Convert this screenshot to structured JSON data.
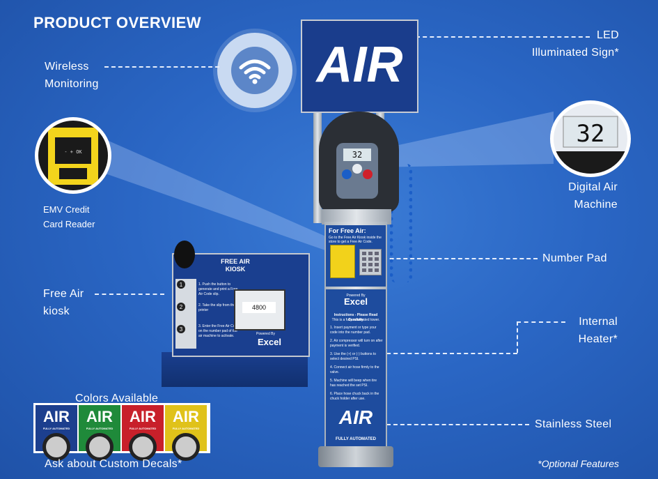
{
  "title": "PRODUCT OVERVIEW",
  "features": {
    "wireless": [
      "Wireless",
      "Monitoring"
    ],
    "emv": [
      "EMV Credit",
      "Card Reader"
    ],
    "kiosk": [
      "Free Air",
      "kiosk"
    ],
    "led": [
      "LED",
      "Illuminated Sign*"
    ],
    "digital": [
      "Digital Air",
      "Machine"
    ],
    "numpad": "Number Pad",
    "heater": [
      "Internal",
      "Heater*"
    ],
    "steel": "Stainless Steel"
  },
  "sign_text": "AIR",
  "machine_display": "32",
  "inset_display": "32",
  "tower": {
    "panel_heading": "For Free Air:",
    "panel_subtext": "Go to the Free Air Kiosk inside the store to get a Free Air Code.",
    "powered_by": "Powered By",
    "brand": "Excel",
    "instructions_title": "Instructions - Please Read Carefully",
    "instructions_sub": "This is a fully automated tower.",
    "steps": [
      "1. Insert payment or type your code into the number pad.",
      "2. Air compressor will turn on after payment is verified.",
      "3. Use the (+) or (-) buttons to select desired PSI.",
      "4. Connect air hose firmly to the valve.",
      "5. Machine will beep when tire has reached the set PSI.",
      "6. Place hose chuck back in the chuck holder after use."
    ],
    "bottom_title": "AIR",
    "bottom_sub": "FULLY AUTOMATED"
  },
  "kiosk": {
    "title_line1": "FREE AIR",
    "title_line2": "KIOSK",
    "steps": [
      "1. Push the button to generate and print a Free Air Code slip.",
      "2. Take the slip from the printer",
      "3. Enter the Free Air Code on the number pad of the air machine to activate."
    ],
    "receipt_code": "4800",
    "powered_by": "Powered By",
    "brand": "Excel"
  },
  "colors": {
    "heading": "Colors Available",
    "footer": "Ask about Custom Decals*",
    "swatches": [
      {
        "text": "AIR",
        "sub": "FULLY AUTOMATED",
        "color": "#1c3f8e"
      },
      {
        "text": "AIR",
        "sub": "FULLY AUTOMATED",
        "color": "#1f8a3a"
      },
      {
        "text": "AIR",
        "sub": "FULLY AUTOMATED",
        "color": "#c8202a"
      },
      {
        "text": "AIR",
        "sub": "FULLY AUTOMATED",
        "color": "#e0c21a"
      }
    ]
  },
  "footnote": "*Optional Features"
}
